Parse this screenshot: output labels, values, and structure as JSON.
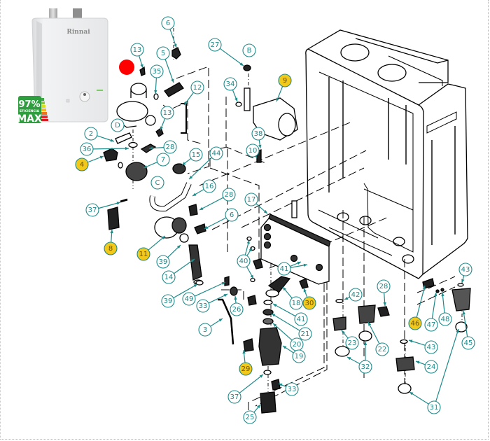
{
  "title": "Rinnai water heater exploded parts diagram",
  "product_photo": {
    "brand": "Rinnai",
    "badge": {
      "percent": "97%",
      "subtitle": "EFICIENCIA",
      "label": "MAX",
      "color": "#2e9e3f"
    }
  },
  "marker": {
    "type": "red-dot",
    "color": "#ff0000"
  },
  "colors": {
    "callout_stroke": "#1d8a8a",
    "callout_highlight_fill": "#f2c81a",
    "line": "#000000"
  },
  "callouts": [
    {
      "label": "6",
      "highlight": false
    },
    {
      "label": "13",
      "highlight": false
    },
    {
      "label": "5",
      "highlight": false
    },
    {
      "label": "35",
      "highlight": false
    },
    {
      "label": "27",
      "highlight": false
    },
    {
      "label": "B",
      "highlight": false
    },
    {
      "label": "12",
      "highlight": false
    },
    {
      "label": "34",
      "highlight": false
    },
    {
      "label": "9",
      "highlight": true
    },
    {
      "label": "13",
      "highlight": false
    },
    {
      "label": "D",
      "highlight": false
    },
    {
      "label": "2",
      "highlight": false
    },
    {
      "label": "38",
      "highlight": false
    },
    {
      "label": "36",
      "highlight": false
    },
    {
      "label": "28",
      "highlight": false
    },
    {
      "label": "10",
      "highlight": false
    },
    {
      "label": "4",
      "highlight": true
    },
    {
      "label": "7",
      "highlight": false
    },
    {
      "label": "15",
      "highlight": false
    },
    {
      "label": "44",
      "highlight": false
    },
    {
      "label": "C",
      "highlight": false
    },
    {
      "label": "16",
      "highlight": false
    },
    {
      "label": "37",
      "highlight": false
    },
    {
      "label": "28",
      "highlight": false
    },
    {
      "label": "17",
      "highlight": false
    },
    {
      "label": "6",
      "highlight": false
    },
    {
      "label": "8",
      "highlight": true
    },
    {
      "label": "11",
      "highlight": true
    },
    {
      "label": "39",
      "highlight": false
    },
    {
      "label": "40",
      "highlight": false
    },
    {
      "label": "41",
      "highlight": false
    },
    {
      "label": "14",
      "highlight": false
    },
    {
      "label": "39",
      "highlight": false
    },
    {
      "label": "49",
      "highlight": false
    },
    {
      "label": "33",
      "highlight": false
    },
    {
      "label": "26",
      "highlight": false
    },
    {
      "label": "18",
      "highlight": false
    },
    {
      "label": "30",
      "highlight": true
    },
    {
      "label": "41",
      "highlight": false
    },
    {
      "label": "21",
      "highlight": false
    },
    {
      "label": "3",
      "highlight": false
    },
    {
      "label": "20",
      "highlight": false
    },
    {
      "label": "19",
      "highlight": false
    },
    {
      "label": "29",
      "highlight": true
    },
    {
      "label": "37",
      "highlight": false
    },
    {
      "label": "33",
      "highlight": false
    },
    {
      "label": "25",
      "highlight": false
    },
    {
      "label": "42",
      "highlight": false
    },
    {
      "label": "28",
      "highlight": false
    },
    {
      "label": "23",
      "highlight": false
    },
    {
      "label": "22",
      "highlight": false
    },
    {
      "label": "32",
      "highlight": false
    },
    {
      "label": "43",
      "highlight": false
    },
    {
      "label": "46",
      "highlight": true
    },
    {
      "label": "47",
      "highlight": false
    },
    {
      "label": "48",
      "highlight": false
    },
    {
      "label": "45",
      "highlight": false
    },
    {
      "label": "43",
      "highlight": false
    },
    {
      "label": "24",
      "highlight": false
    },
    {
      "label": "31",
      "highlight": false
    }
  ]
}
